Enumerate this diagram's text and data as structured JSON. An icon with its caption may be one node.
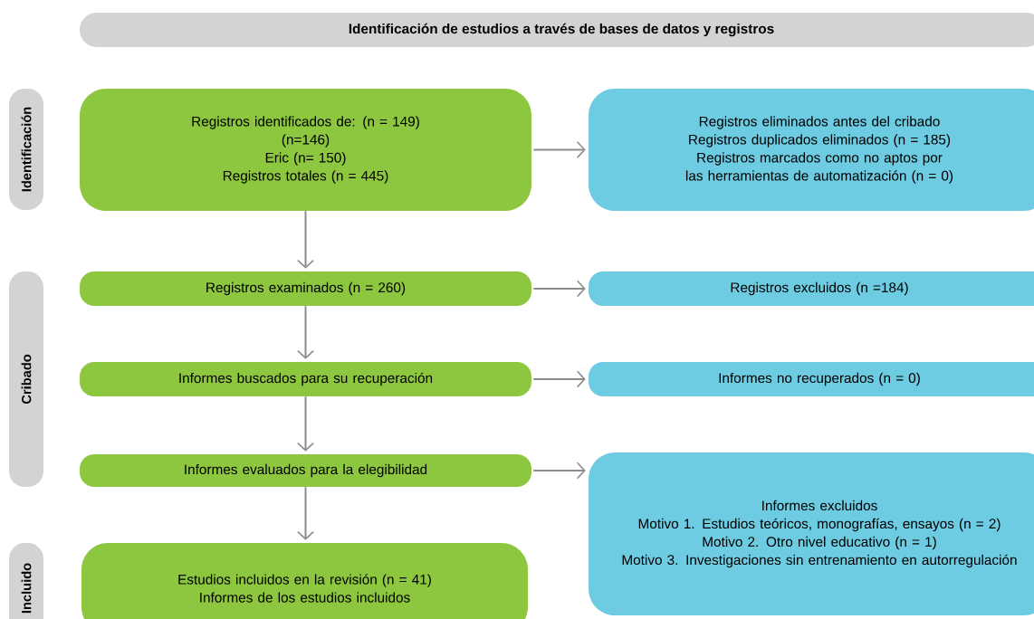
{
  "diagram": {
    "title": "Identificación de estudios a través de bases de datos y registros",
    "nodes": [
      {
        "text": [
          "Identificación"
        ]
      },
      {
        "text": [
          "Registros identificados de: (n = 149)",
          "(n=146)",
          "Eric (n= 150)",
          "Registros totales (n = 445)"
        ]
      },
      {
        "text": [
          "Registros eliminados antes del cribado",
          "Registros duplicados eliminados (n = 185)",
          "Registros marcados como no aptos por las herramientas de automatización (n = 0)"
        ]
      },
      {
        "text": [
          "Cribado"
        ]
      },
      {
        "text": [
          "Registros examinados (n = 260)"
        ]
      },
      {
        "text": [
          "Registros excluidos (n =184)"
        ]
      },
      {
        "text": [
          "Informes buscados para su recuperación"
        ]
      },
      {
        "text": [
          "Informes no recuperados (n = 0)"
        ]
      },
      {
        "text": [
          "Informes evaluados para la elegibilidad"
        ]
      },
      {
        "text": [
          "Informes excluidos",
          "Motivo 1. Estudios teóricos, monografías, ensayos (n = 2)",
          "Motivo 2. Otro nivel educativo (n = 1)",
          "Motivo 3. Investigaciones sin entrenamiento en autorregulación"
        ]
      },
      {
        "text": [
          "Incluido"
        ]
      },
      {
        "text": [
          "Estudios incluidos en la revisión (n = 41)",
          "Informes de los estudios incluidos"
        ]
      }
    ],
    "edges": [
      {
        "from": 1,
        "to": 2,
        "arrow": "to"
      },
      {
        "from": 1,
        "to": 4,
        "arrow": "to"
      },
      {
        "from": 4,
        "to": 5,
        "arrow": "to"
      },
      {
        "from": 4,
        "to": 6,
        "arrow": "to"
      },
      {
        "from": 6,
        "to": 7,
        "arrow": "to"
      },
      {
        "from": 6,
        "to": 8,
        "arrow": "to"
      },
      {
        "from": 8,
        "to": 9,
        "arrow": "to"
      },
      {
        "from": 8,
        "to": 11,
        "arrow": "to"
      }
    ]
  }
}
